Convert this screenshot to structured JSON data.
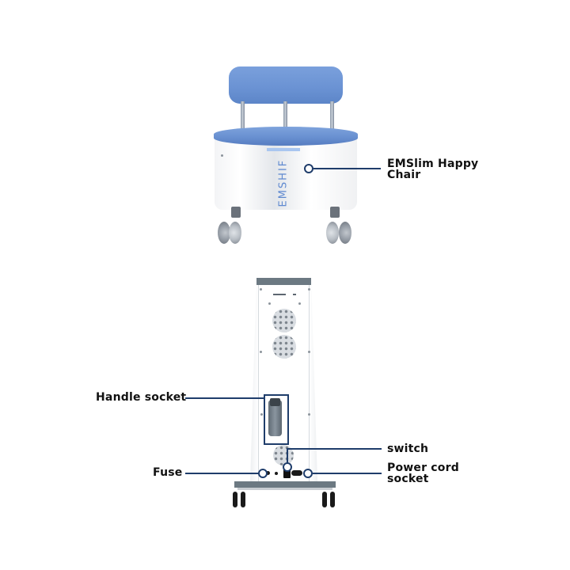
{
  "products": [
    {
      "name": "chair",
      "brand_text": "EMSHIF",
      "callouts": [
        {
          "id": "chair-label",
          "text_lines": [
            "EMSlim Happy",
            "Chair"
          ]
        }
      ]
    },
    {
      "name": "device-rear",
      "callouts": [
        {
          "id": "handle-socket",
          "text": "Handle socket"
        },
        {
          "id": "switch",
          "text": "switch"
        },
        {
          "id": "fuse",
          "text": "Fuse"
        },
        {
          "id": "power-cord-socket",
          "text_lines": [
            "Power cord",
            "socket"
          ]
        }
      ]
    }
  ],
  "colors": {
    "accent_blue": "#6a92d3",
    "leader_line": "#1f3d6b",
    "device_gray": "#6c7982",
    "label_text": "#111111"
  }
}
